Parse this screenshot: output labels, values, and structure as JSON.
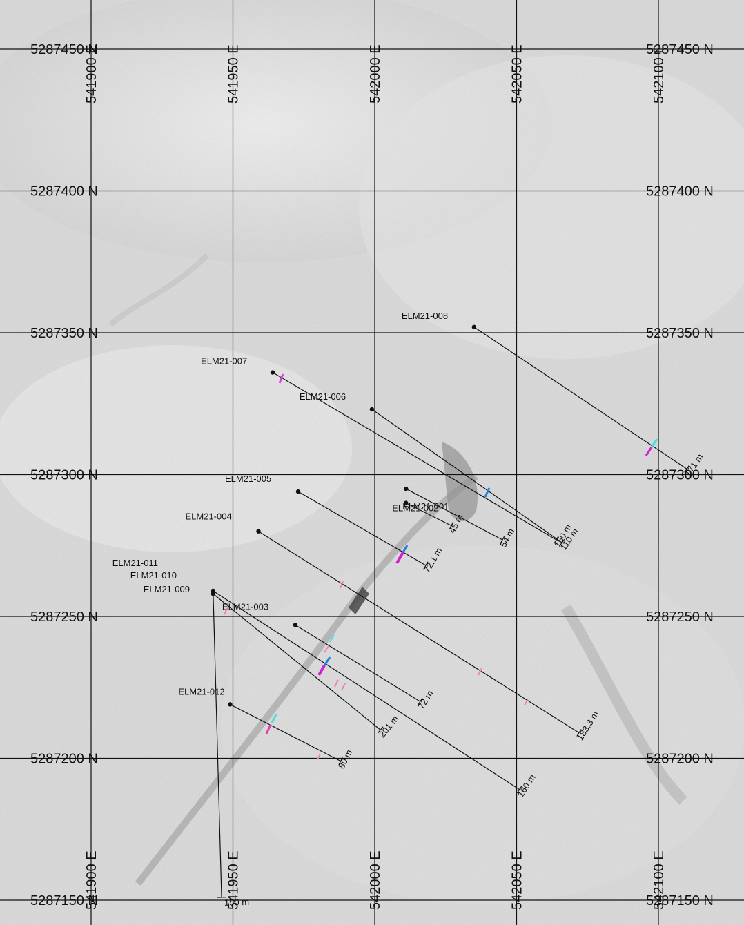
{
  "map": {
    "northing_labels": [
      {
        "value": 5287450,
        "text": "5287450 N"
      },
      {
        "value": 5287400,
        "text": "5287400 N"
      },
      {
        "value": 5287350,
        "text": "5287350 N"
      },
      {
        "value": 5287300,
        "text": "5287300 N"
      },
      {
        "value": 5287250,
        "text": "5287250 N"
      },
      {
        "value": 5287200,
        "text": "5287200 N"
      },
      {
        "value": 5287150,
        "text": "5287150 N"
      }
    ],
    "easting_labels": [
      {
        "value": 541900,
        "text": "541900 E"
      },
      {
        "value": 541950,
        "text": "541950 E"
      },
      {
        "value": 542000,
        "text": "542000 E"
      },
      {
        "value": 542050,
        "text": "542050 E"
      },
      {
        "value": 542100,
        "text": "542100 E"
      }
    ],
    "drillholes": [
      {
        "name": "ELM21-008",
        "collar": [
          542035,
          5287352
        ],
        "end": [
          542110,
          5287302
        ],
        "depth": "171 m"
      },
      {
        "name": "ELM21-007",
        "collar": [
          541964,
          5287336
        ],
        "end": [
          542064,
          5287277
        ],
        "depth": "150 m"
      },
      {
        "name": "ELM21-006",
        "collar": [
          541999,
          5287323
        ],
        "end": [
          542066,
          5287276
        ],
        "depth": "110 m"
      },
      {
        "name": "ELM21-005",
        "collar": [
          541973,
          5287294
        ],
        "end": [
          542018,
          5287268
        ],
        "depth": "72.1 m"
      },
      {
        "name": "ELM21-004",
        "collar": [
          541959,
          5287280
        ],
        "end": [
          542072,
          5287209
        ],
        "depth": "183.3 m"
      },
      {
        "name": "ELM21-003",
        "collar": [
          541972,
          5287247
        ],
        "end": [
          542016,
          5287220
        ],
        "depth": "72 m"
      },
      {
        "name": "ELM21-012",
        "collar": [
          541949,
          5287219
        ],
        "end": [
          541988,
          5287199
        ],
        "depth": "80 m"
      },
      {
        "name": "ELM21-009",
        "collar": [
          541943,
          5287258
        ],
        "end": [
          542002,
          5287210
        ],
        "depth": "201 m"
      },
      {
        "name": "ELM21-010",
        "collar": [
          541943,
          5287259
        ],
        "end": [
          542051,
          5287189
        ],
        "depth": "160 m"
      },
      {
        "name": "ELM21-011",
        "collar": [
          541943,
          5287259
        ],
        "end": [
          541946,
          5287151
        ],
        "depth": "150 m"
      },
      {
        "name": "ELM21-002",
        "collar": [
          542011,
          5287290
        ],
        "end": [
          542027,
          5287282
        ],
        "depth": "45 m"
      },
      {
        "name": "ELM21-001",
        "collar": [
          542011,
          5287295
        ],
        "end": [
          542045,
          5287277
        ],
        "depth": "54 m"
      }
    ]
  }
}
